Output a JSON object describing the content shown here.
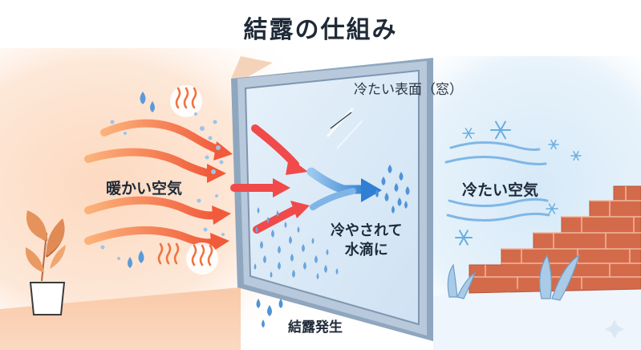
{
  "title": "結露の仕組み",
  "labels": {
    "warm_air": "暖かい空気",
    "cold_surface": "冷たい表面（窓）",
    "cooled_line1": "冷やされて",
    "cooled_line2": "水滴に",
    "cold_air": "冷たい空気",
    "condensation": "結露発生"
  },
  "colors": {
    "warm_arrow": "#f47a45",
    "warm_glow": "#fde1cd",
    "red_arrow": "#f04a4a",
    "blue_arrow": "#3a87d6",
    "cold_glow": "#ddeefa",
    "glass": "#dcebf7",
    "frame": "#aabbd0",
    "water_drop": "#4f93d8",
    "brick": "#d36b4a",
    "plant": "#e08a55",
    "snowflake": "#6aaee0"
  },
  "icons": [
    "heat-waves-icon",
    "water-drop-icon",
    "snowflake-icon",
    "plant-icon",
    "brick-wall-icon",
    "arrow-icon"
  ]
}
